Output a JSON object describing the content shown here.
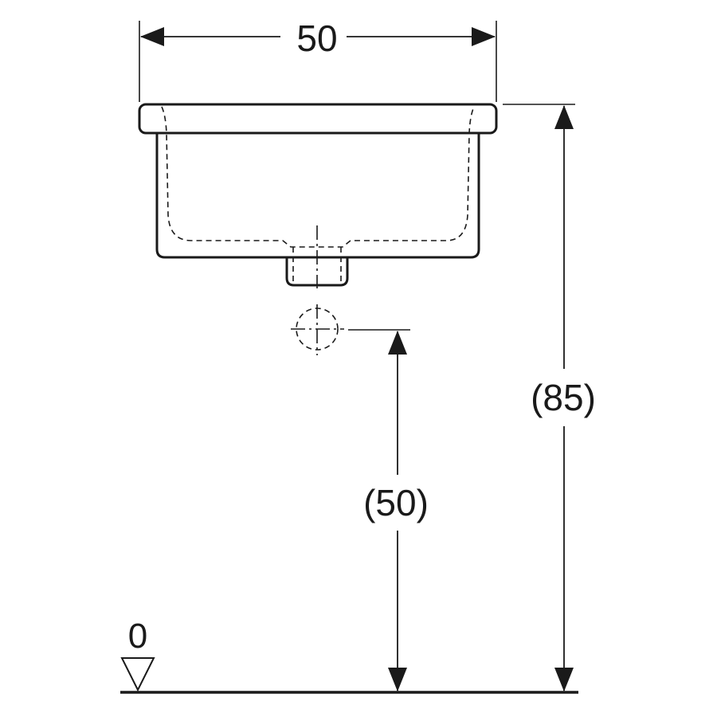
{
  "drawing": {
    "dimensions": {
      "width_label": "50",
      "total_height_label": "(85)",
      "drain_height_label": "(50)"
    },
    "floor_reference_label": "0"
  },
  "colors": {
    "line": "#1a1a1a",
    "background": "#ffffff"
  }
}
